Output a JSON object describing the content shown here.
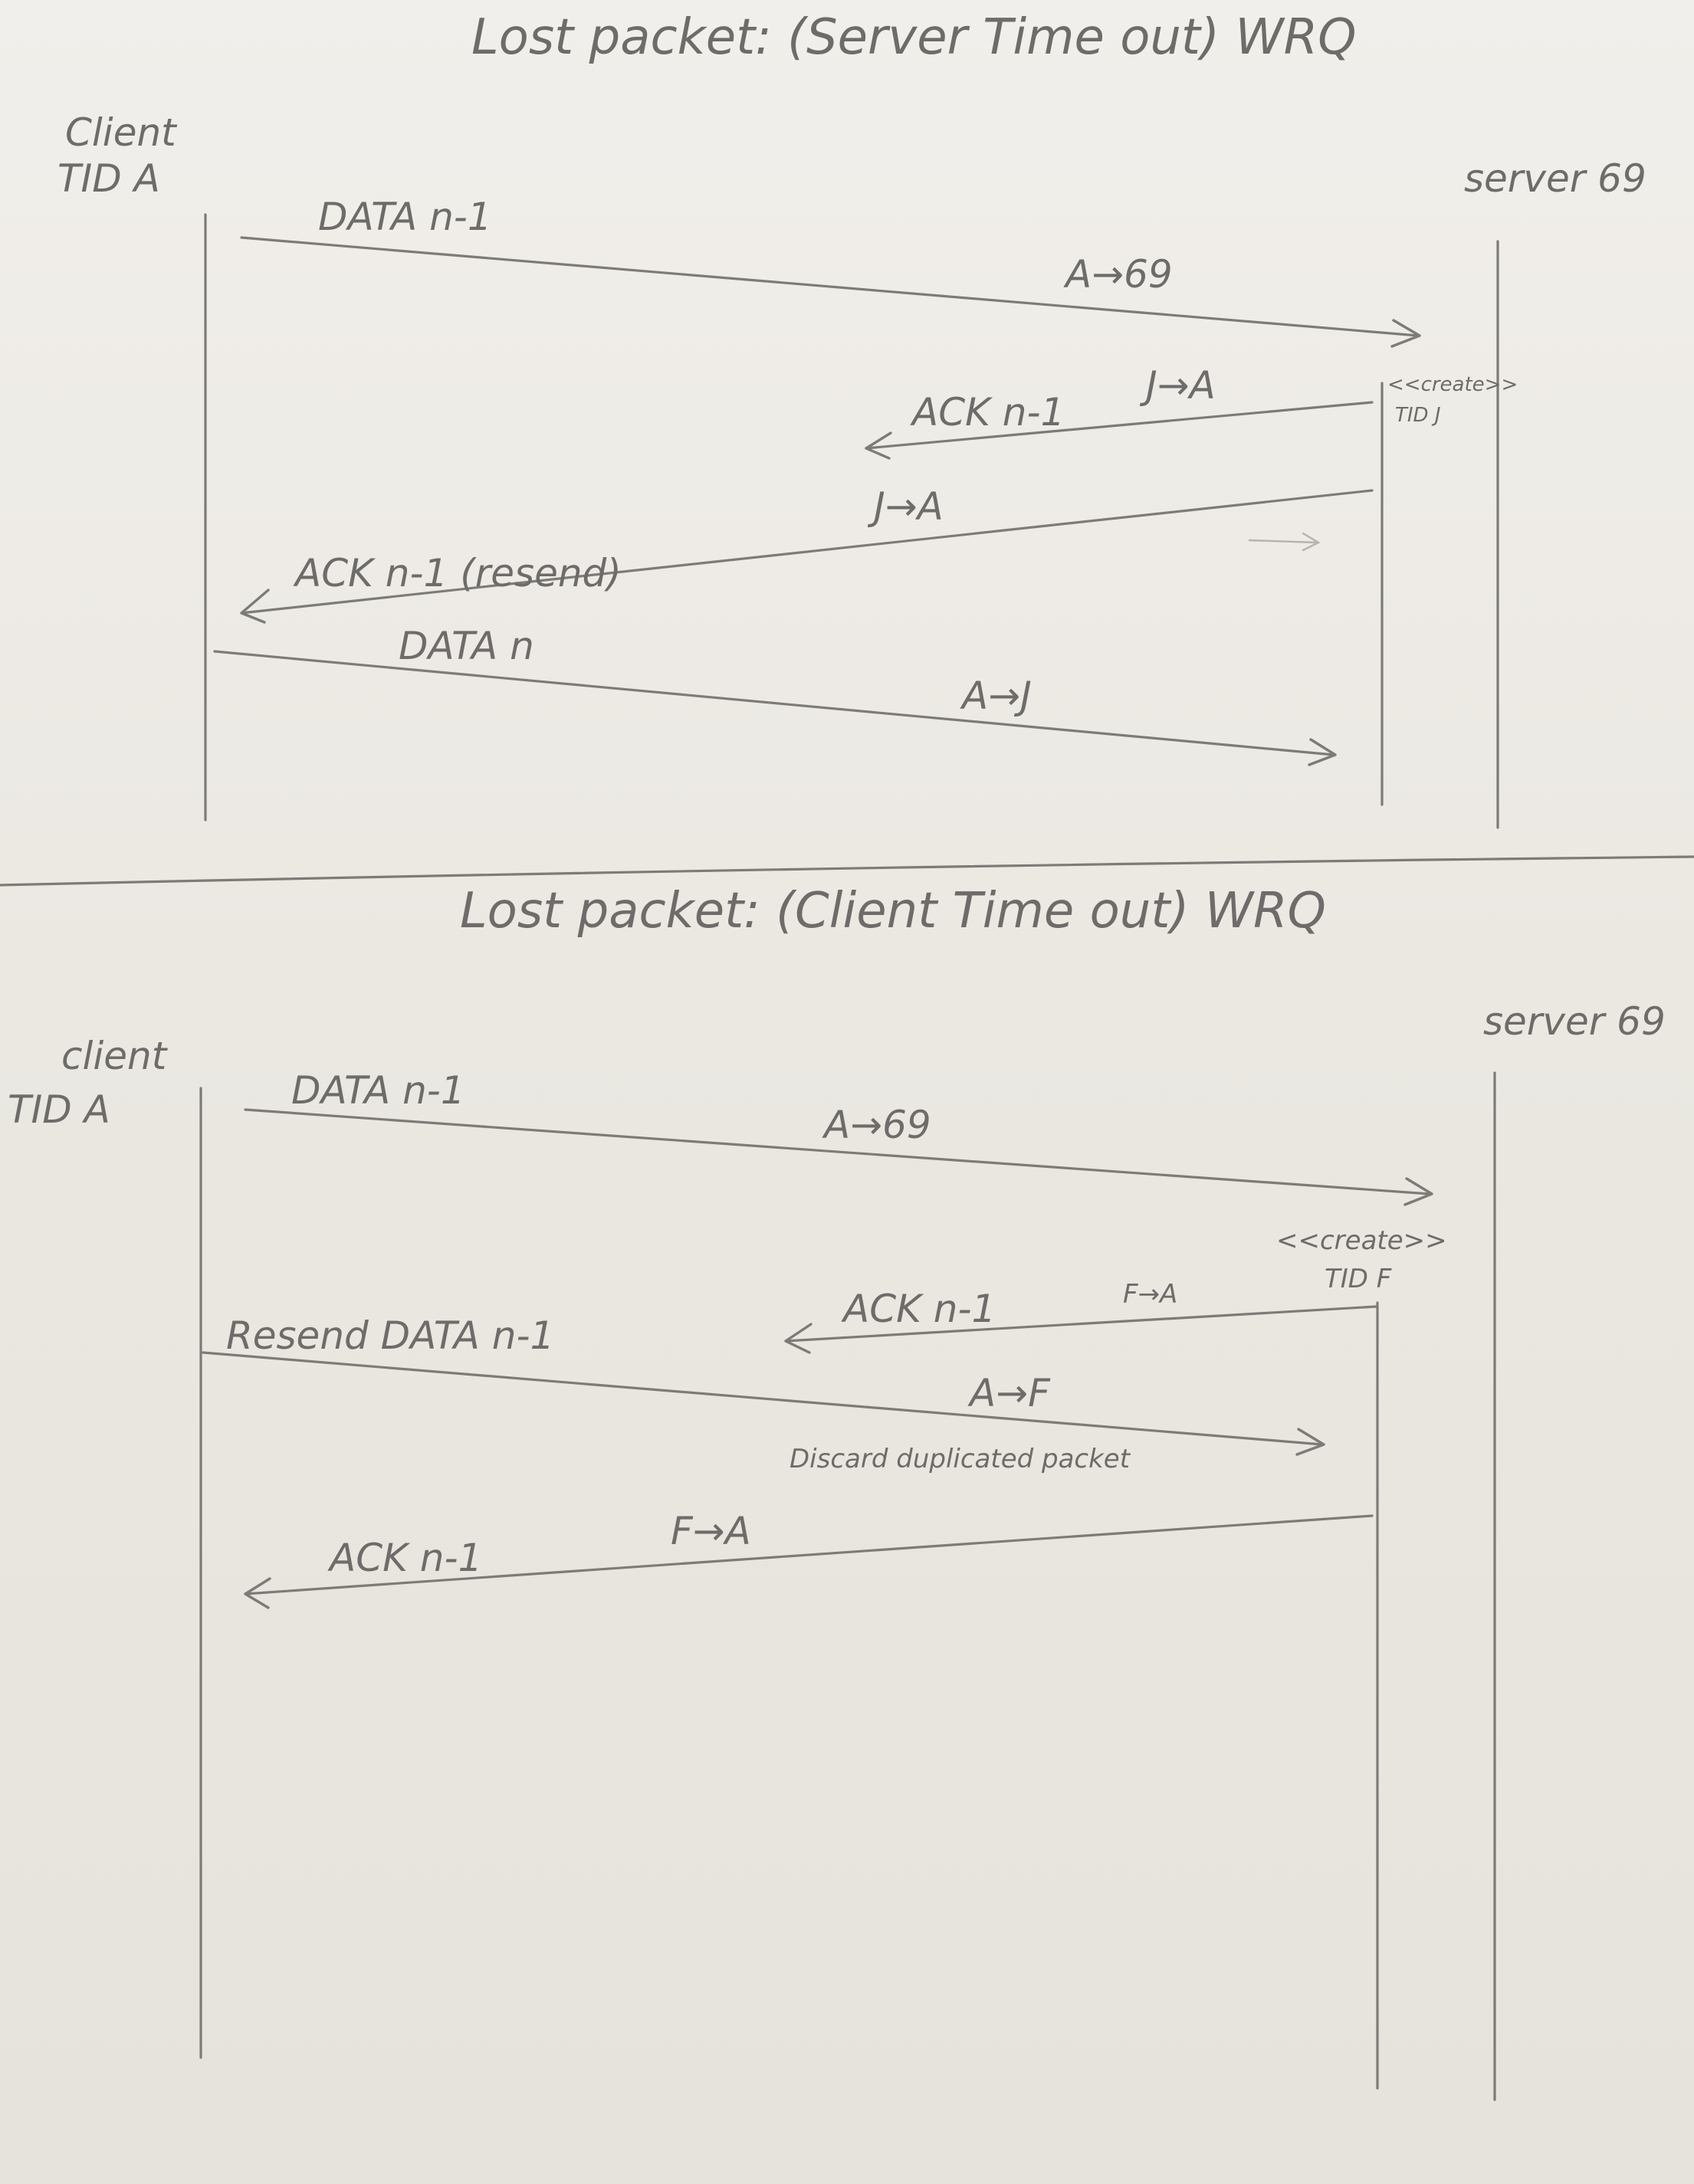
{
  "diagram_1": {
    "title": "Lost packet: (Server Time out) WRQ",
    "client_label": "Client",
    "client_tid": "TID A",
    "server_label": "server 69",
    "create_label": "<<create>>",
    "create_tid": "TID J",
    "messages": [
      {
        "label": "DATA n-1",
        "tid": "A→69"
      },
      {
        "label": "ACK n-1",
        "tid": "J→A"
      },
      {
        "label": "ACK n-1 (resend)",
        "tid": "J→A"
      },
      {
        "label": "DATA n",
        "tid": "A→J"
      }
    ]
  },
  "diagram_2": {
    "title": "Lost packet: (Client Time out) WRQ",
    "client_label": "client",
    "client_tid": "TID A",
    "server_label": "server 69",
    "create_label": "<<create>>",
    "create_tid": "TID F",
    "messages": [
      {
        "label": "DATA n-1",
        "tid": "A→69"
      },
      {
        "label": "ACK n-1",
        "tid": "F→A"
      },
      {
        "label": "Resend DATA n-1",
        "tid": "A→F",
        "note": "Discard duplicated packet"
      },
      {
        "label": "ACK n-1",
        "tid": "F→A"
      }
    ]
  }
}
